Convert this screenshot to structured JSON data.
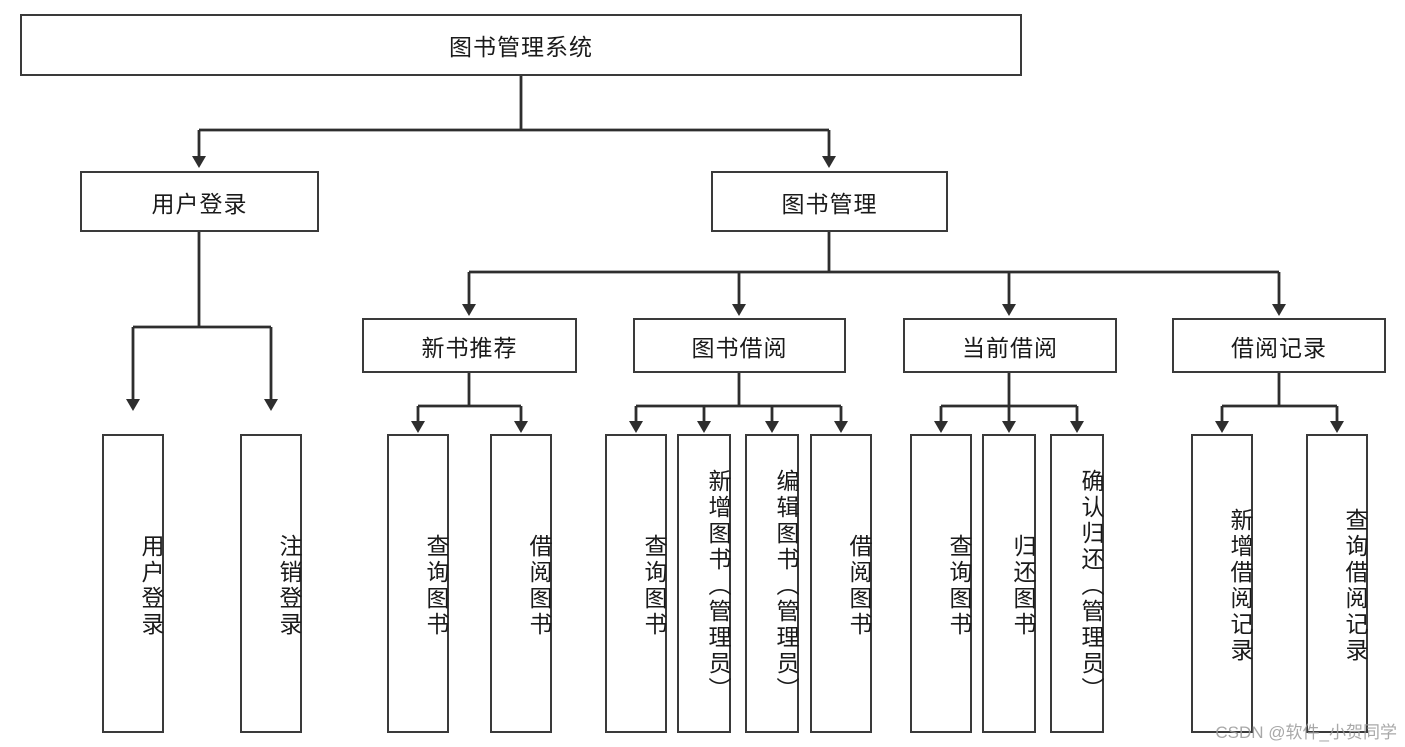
{
  "diagram": {
    "title": "图书管理系统",
    "type": "tree-hierarchy",
    "watermark": "CSDN @软件_小贺同学",
    "colors": {
      "box_border": "#3a3a3a",
      "box_fill": "#ffffff",
      "line": "#2e2e2e",
      "text": "#1a1a1a",
      "watermark": "#9a9a9a"
    },
    "root": {
      "label": "图书管理系统"
    },
    "level2": [
      {
        "id": "user-login",
        "label": "用户登录"
      },
      {
        "id": "book-manage",
        "label": "图书管理"
      }
    ],
    "level3": [
      {
        "id": "new-book-recommend",
        "label": "新书推荐"
      },
      {
        "id": "book-borrow",
        "label": "图书借阅"
      },
      {
        "id": "current-borrow",
        "label": "当前借阅"
      },
      {
        "id": "borrow-record",
        "label": "借阅记录"
      }
    ],
    "leaves": {
      "user_login": [
        {
          "id": "leaf-user-login",
          "label": "用户登录"
        },
        {
          "id": "leaf-logout-login",
          "label": "注销登录"
        }
      ],
      "new_book_recommend": [
        {
          "id": "leaf-query-book-1",
          "label": "查询图书"
        },
        {
          "id": "leaf-borrow-book-1",
          "label": "借阅图书"
        }
      ],
      "book_borrow": [
        {
          "id": "leaf-query-book-2",
          "label": "查询图书"
        },
        {
          "id": "leaf-add-book",
          "label": "新增图书（管理员）"
        },
        {
          "id": "leaf-edit-book",
          "label": "编辑图书（管理员）"
        },
        {
          "id": "leaf-borrow-book-2",
          "label": "借阅图书"
        }
      ],
      "current_borrow": [
        {
          "id": "leaf-query-book-3",
          "label": "查询图书"
        },
        {
          "id": "leaf-return-book",
          "label": "归还图书"
        },
        {
          "id": "leaf-confirm-return",
          "label": "确认归还（管理员）"
        }
      ],
      "borrow_record": [
        {
          "id": "leaf-add-record",
          "label": "新增借阅记录"
        },
        {
          "id": "leaf-query-record",
          "label": "查询借阅记录"
        }
      ]
    }
  }
}
